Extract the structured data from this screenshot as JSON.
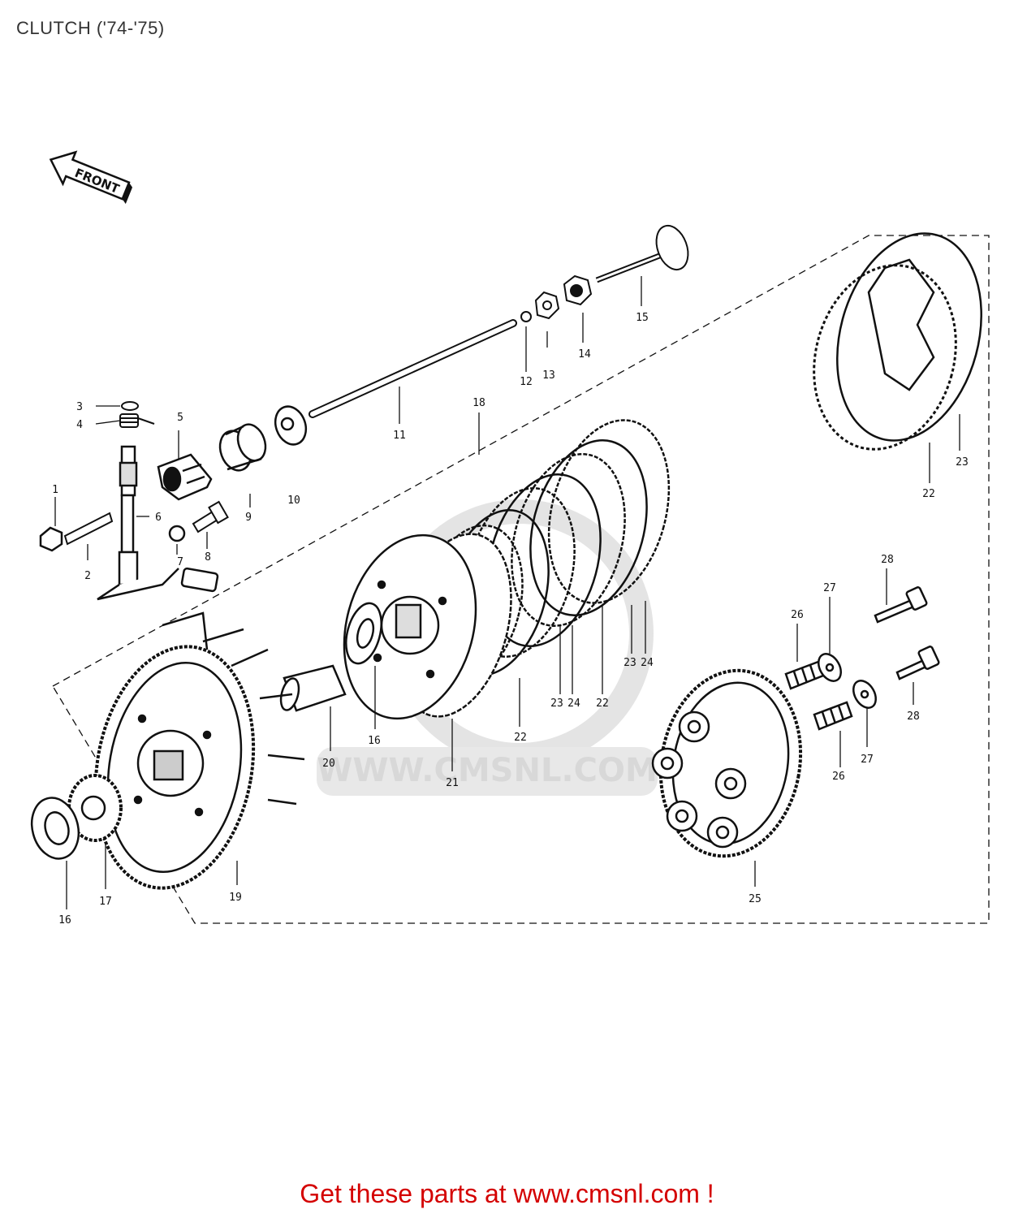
{
  "title": "CLUTCH ('74-'75)",
  "front_arrow_label": "FRONT",
  "watermark": "WWW.CMSNL.COM",
  "footer": "Get these parts at www.cmsnl.com !",
  "callouts": {
    "c1": "1",
    "c2": "2",
    "c3": "3",
    "c4": "4",
    "c5": "5",
    "c6": "6",
    "c7": "7",
    "c8": "8",
    "c9": "9",
    "c10": "10",
    "c11": "11",
    "c12": "12",
    "c13": "13",
    "c14": "14",
    "c15": "15",
    "c16a": "16",
    "c16b": "16",
    "c17": "17",
    "c18": "18",
    "c19": "19",
    "c20": "20",
    "c21": "21",
    "c22a": "22",
    "c22b": "22",
    "c22c": "22",
    "c23a": "23",
    "c24a": "24",
    "c23b": "23",
    "c24b": "24",
    "c23c": "23",
    "c25": "25",
    "c26a": "26",
    "c26b": "26",
    "c27a": "27",
    "c27b": "27",
    "c28a": "28",
    "c28b": "28"
  }
}
